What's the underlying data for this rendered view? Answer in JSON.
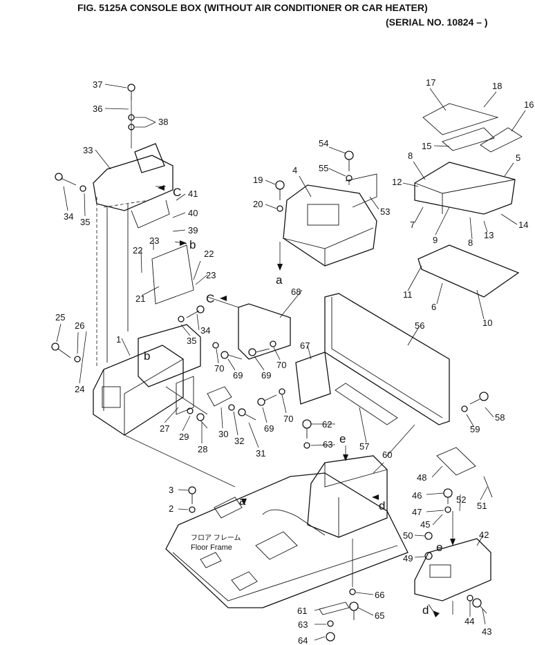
{
  "title": {
    "line1": "FIG. 5125A  CONSOLE BOX (WITHOUT AIR CONDITIONER OR CAR HEATER)",
    "line2": "(SERIAL NO. 10824 – )"
  },
  "floor_label": {
    "jp": "フロア フレーム",
    "en": "Floor Frame"
  },
  "callouts": [
    "1",
    "2",
    "3",
    "4",
    "5",
    "6",
    "7",
    "8",
    "8",
    "9",
    "10",
    "11",
    "12",
    "13",
    "14",
    "15",
    "16",
    "17",
    "18",
    "19",
    "20",
    "21",
    "22",
    "22",
    "23",
    "23",
    "24",
    "25",
    "26",
    "27",
    "28",
    "29",
    "30",
    "31",
    "32",
    "33",
    "34",
    "34",
    "35",
    "35",
    "36",
    "37",
    "38",
    "39",
    "40",
    "41",
    "42",
    "43",
    "44",
    "45",
    "46",
    "47",
    "48",
    "49",
    "50",
    "51",
    "52",
    "53",
    "54",
    "55",
    "56",
    "57",
    "58",
    "59",
    "60",
    "61",
    "62",
    "63",
    "63",
    "64",
    "65",
    "66",
    "67",
    "68",
    "69",
    "69",
    "69",
    "70",
    "70",
    "70",
    "a",
    "a",
    "b",
    "b",
    "C",
    "C",
    "d",
    "d",
    "e",
    "e"
  ]
}
